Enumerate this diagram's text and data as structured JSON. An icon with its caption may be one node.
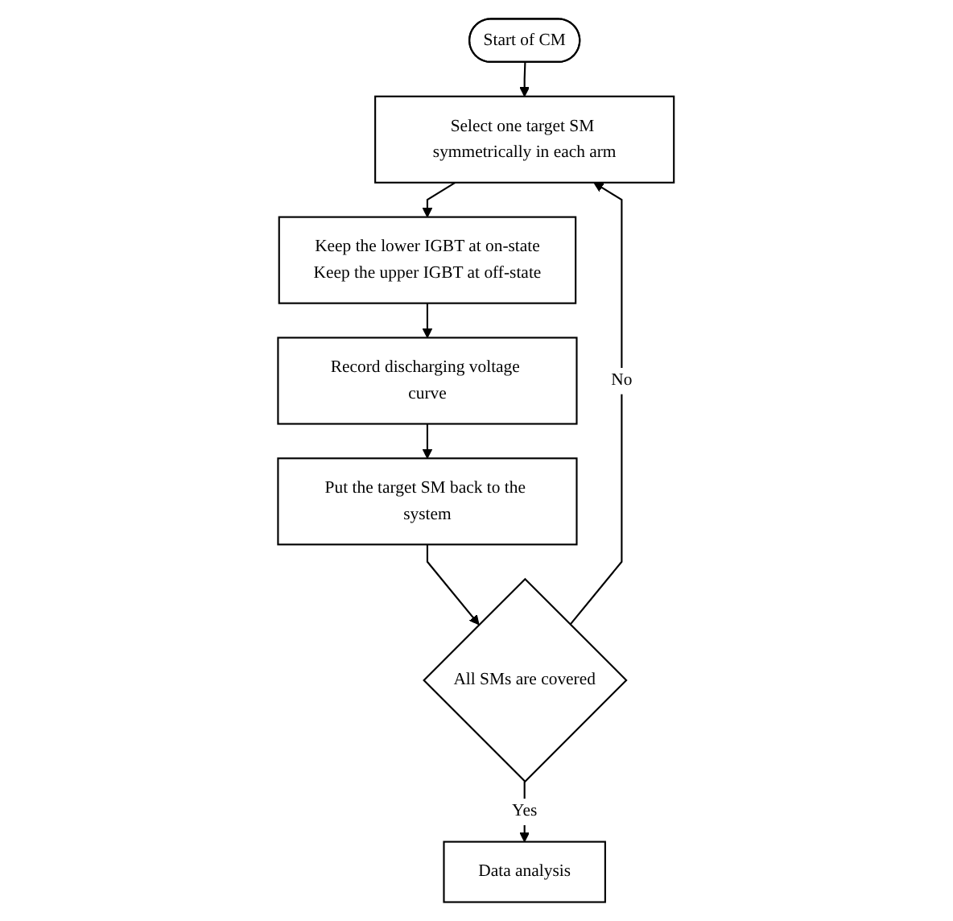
{
  "diagram": {
    "nodes": [
      {
        "text": [
          "Start of CM"
        ]
      },
      {
        "text": [
          "Select one target SM symmetrically in each arm"
        ]
      },
      {
        "text": [
          "Keep the lower IGBT at on-state",
          "Keep the upper IGBT at off-state"
        ]
      },
      {
        "text": [
          "Record discharging voltage curve"
        ]
      },
      {
        "text": [
          "Put the target SM back to the system"
        ]
      },
      {
        "text": [
          "All SMs are covered"
        ]
      },
      {
        "text": [
          "Data analysis"
        ]
      }
    ],
    "edges": [
      {
        "from": 0,
        "to": 1,
        "arrow": "to"
      },
      {
        "from": 1,
        "to": 2,
        "arrow": "to"
      },
      {
        "from": 2,
        "to": 3,
        "arrow": "to"
      },
      {
        "from": 3,
        "to": 4,
        "arrow": "to"
      },
      {
        "from": 4,
        "to": 5,
        "arrow": "to"
      },
      {
        "from": 5,
        "to": 6,
        "label": "Yes",
        "arrow": "to"
      },
      {
        "from": 5,
        "to": 1,
        "label": "No",
        "arrow": "to"
      }
    ]
  }
}
